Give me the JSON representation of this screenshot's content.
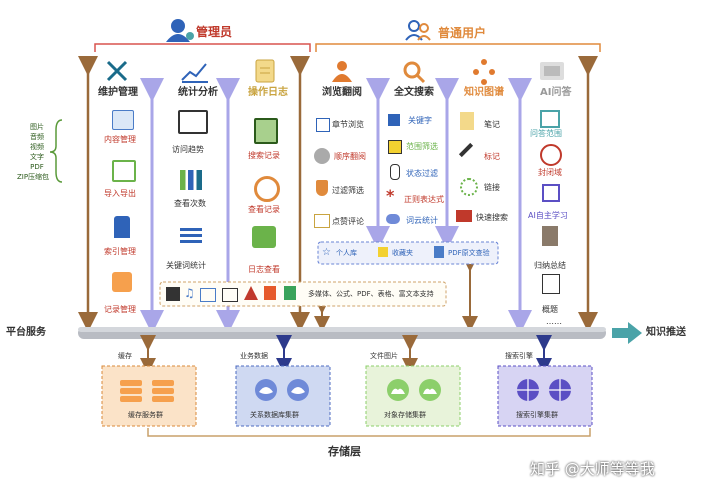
{
  "roles": {
    "admin": "管理员",
    "user": "普通用户"
  },
  "admin_columns": [
    {
      "title": "维护管理",
      "items": [
        "内容管理",
        "导入导出",
        "索引管理",
        "记录管理"
      ]
    },
    {
      "title": "统计分析",
      "items": [
        "访问趋势",
        "查看次数",
        "关键词统计"
      ]
    },
    {
      "title": "操作日志",
      "items": [
        "搜索记录",
        "查看记录",
        "日志查看"
      ]
    }
  ],
  "user_columns": [
    {
      "title": "浏览翻阅",
      "items": [
        "章节浏览",
        "顺序翻阅",
        "过滤筛选",
        "点赞评论"
      ]
    },
    {
      "title": "全文搜索",
      "items": [
        "关键字",
        "范围筛选",
        "状态过滤",
        "正则表达式",
        "词云统计"
      ]
    },
    {
      "title": "知识图谱",
      "items": [
        "笔记",
        "标记",
        "链接",
        "快速搜索"
      ]
    },
    {
      "title": "AI问答",
      "items": [
        "问答范围",
        "封闭域",
        "AI自主学习",
        "归纳总结",
        "概题",
        "……"
      ]
    }
  ],
  "user_lib": [
    "个人库",
    "收藏夹",
    "PDF原文查验"
  ],
  "file_types": [
    "图片",
    "音频",
    "视频",
    "文字",
    "PDF",
    "ZIP压缩包"
  ],
  "multimedia_label": "多媒体、公式、PDF、表格、富文本支持",
  "platform_service": "平台服务",
  "knowledge_push": "知识推送",
  "storage": [
    {
      "link": "缓存",
      "name": "缓存服务群"
    },
    {
      "link": "业务数据",
      "name": "关系数据库集群"
    },
    {
      "link": "文件图片",
      "name": "对象存储集群"
    },
    {
      "link": "搜索引擎",
      "name": "搜索引擎集群"
    }
  ],
  "storage_layer": "存储层",
  "watermark": "知乎 @大师等等我",
  "colors": {
    "role_red": "#c0392b",
    "admin_bracket": "#d9534f",
    "user_bracket": "#e08a3c",
    "arrow_brown": "#9a6a3a",
    "arrow_lilac": "#a9a6e8",
    "platform_bar": "#b9bcc3",
    "push_arrow": "#4aa3a8",
    "storage_orange": "#f6a04d",
    "storage_blue": "#5b7bd5",
    "storage_green": "#8ccf6b",
    "storage_purple": "#5b4fc4"
  }
}
